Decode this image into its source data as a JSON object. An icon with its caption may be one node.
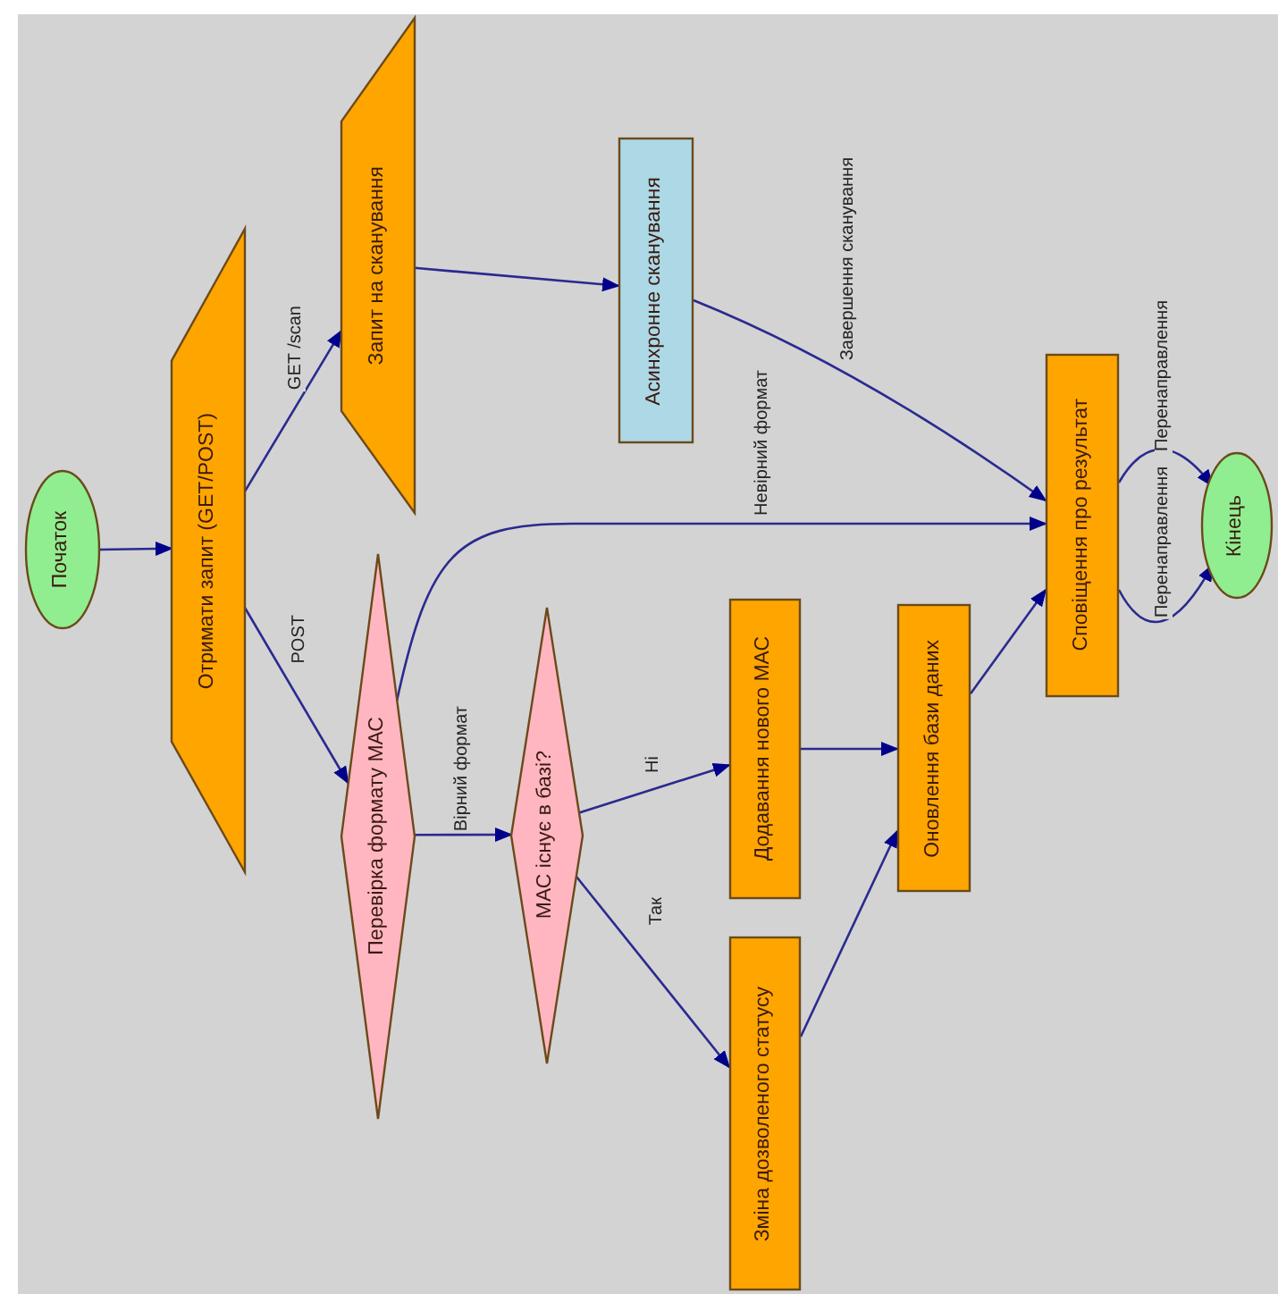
{
  "diagram": {
    "nodes": [
      {
        "text": [
          "Початок"
        ]
      },
      {
        "text": [
          "Отримати запит (GET/POST)"
        ]
      },
      {
        "text": [
          "Запит на сканування"
        ]
      },
      {
        "text": [
          "Асинхронне сканування"
        ]
      },
      {
        "text": [
          "Перевірка формату МАС"
        ]
      },
      {
        "text": [
          "МАС існує в базі?"
        ]
      },
      {
        "text": [
          "Додавання нового МАС"
        ]
      },
      {
        "text": [
          "Зміна дозволеного статусу"
        ]
      },
      {
        "text": [
          "Оновлення бази даних"
        ]
      },
      {
        "text": [
          "Сповіщення про результат"
        ]
      },
      {
        "text": [
          "Кінець"
        ]
      }
    ],
    "edges": [
      {
        "from": 0,
        "to": 1,
        "arrow": "to"
      },
      {
        "from": 1,
        "to": 2,
        "arrow": "to",
        "label": "GET /scan"
      },
      {
        "from": 1,
        "to": 4,
        "arrow": "to",
        "label": "POST"
      },
      {
        "from": 2,
        "to": 3,
        "arrow": "to"
      },
      {
        "from": 3,
        "to": 9,
        "arrow": "to",
        "label": "Завершення сканування"
      },
      {
        "from": 4,
        "to": 5,
        "arrow": "to",
        "label": "Вірний формат"
      },
      {
        "from": 4,
        "to": 9,
        "arrow": "to",
        "label": "Невірний формат"
      },
      {
        "from": 5,
        "to": 6,
        "arrow": "to",
        "label": "Ні"
      },
      {
        "from": 5,
        "to": 7,
        "arrow": "to",
        "label": "Так"
      },
      {
        "from": 6,
        "to": 8,
        "arrow": "to"
      },
      {
        "from": 7,
        "to": 8,
        "arrow": "to"
      },
      {
        "from": 8,
        "to": 9,
        "arrow": "to"
      },
      {
        "from": 9,
        "to": 10,
        "arrow": "to",
        "label": "Перенаправлення"
      },
      {
        "from": 9,
        "to": 10,
        "arrow": "to",
        "label": "Перенаправлення"
      }
    ]
  }
}
